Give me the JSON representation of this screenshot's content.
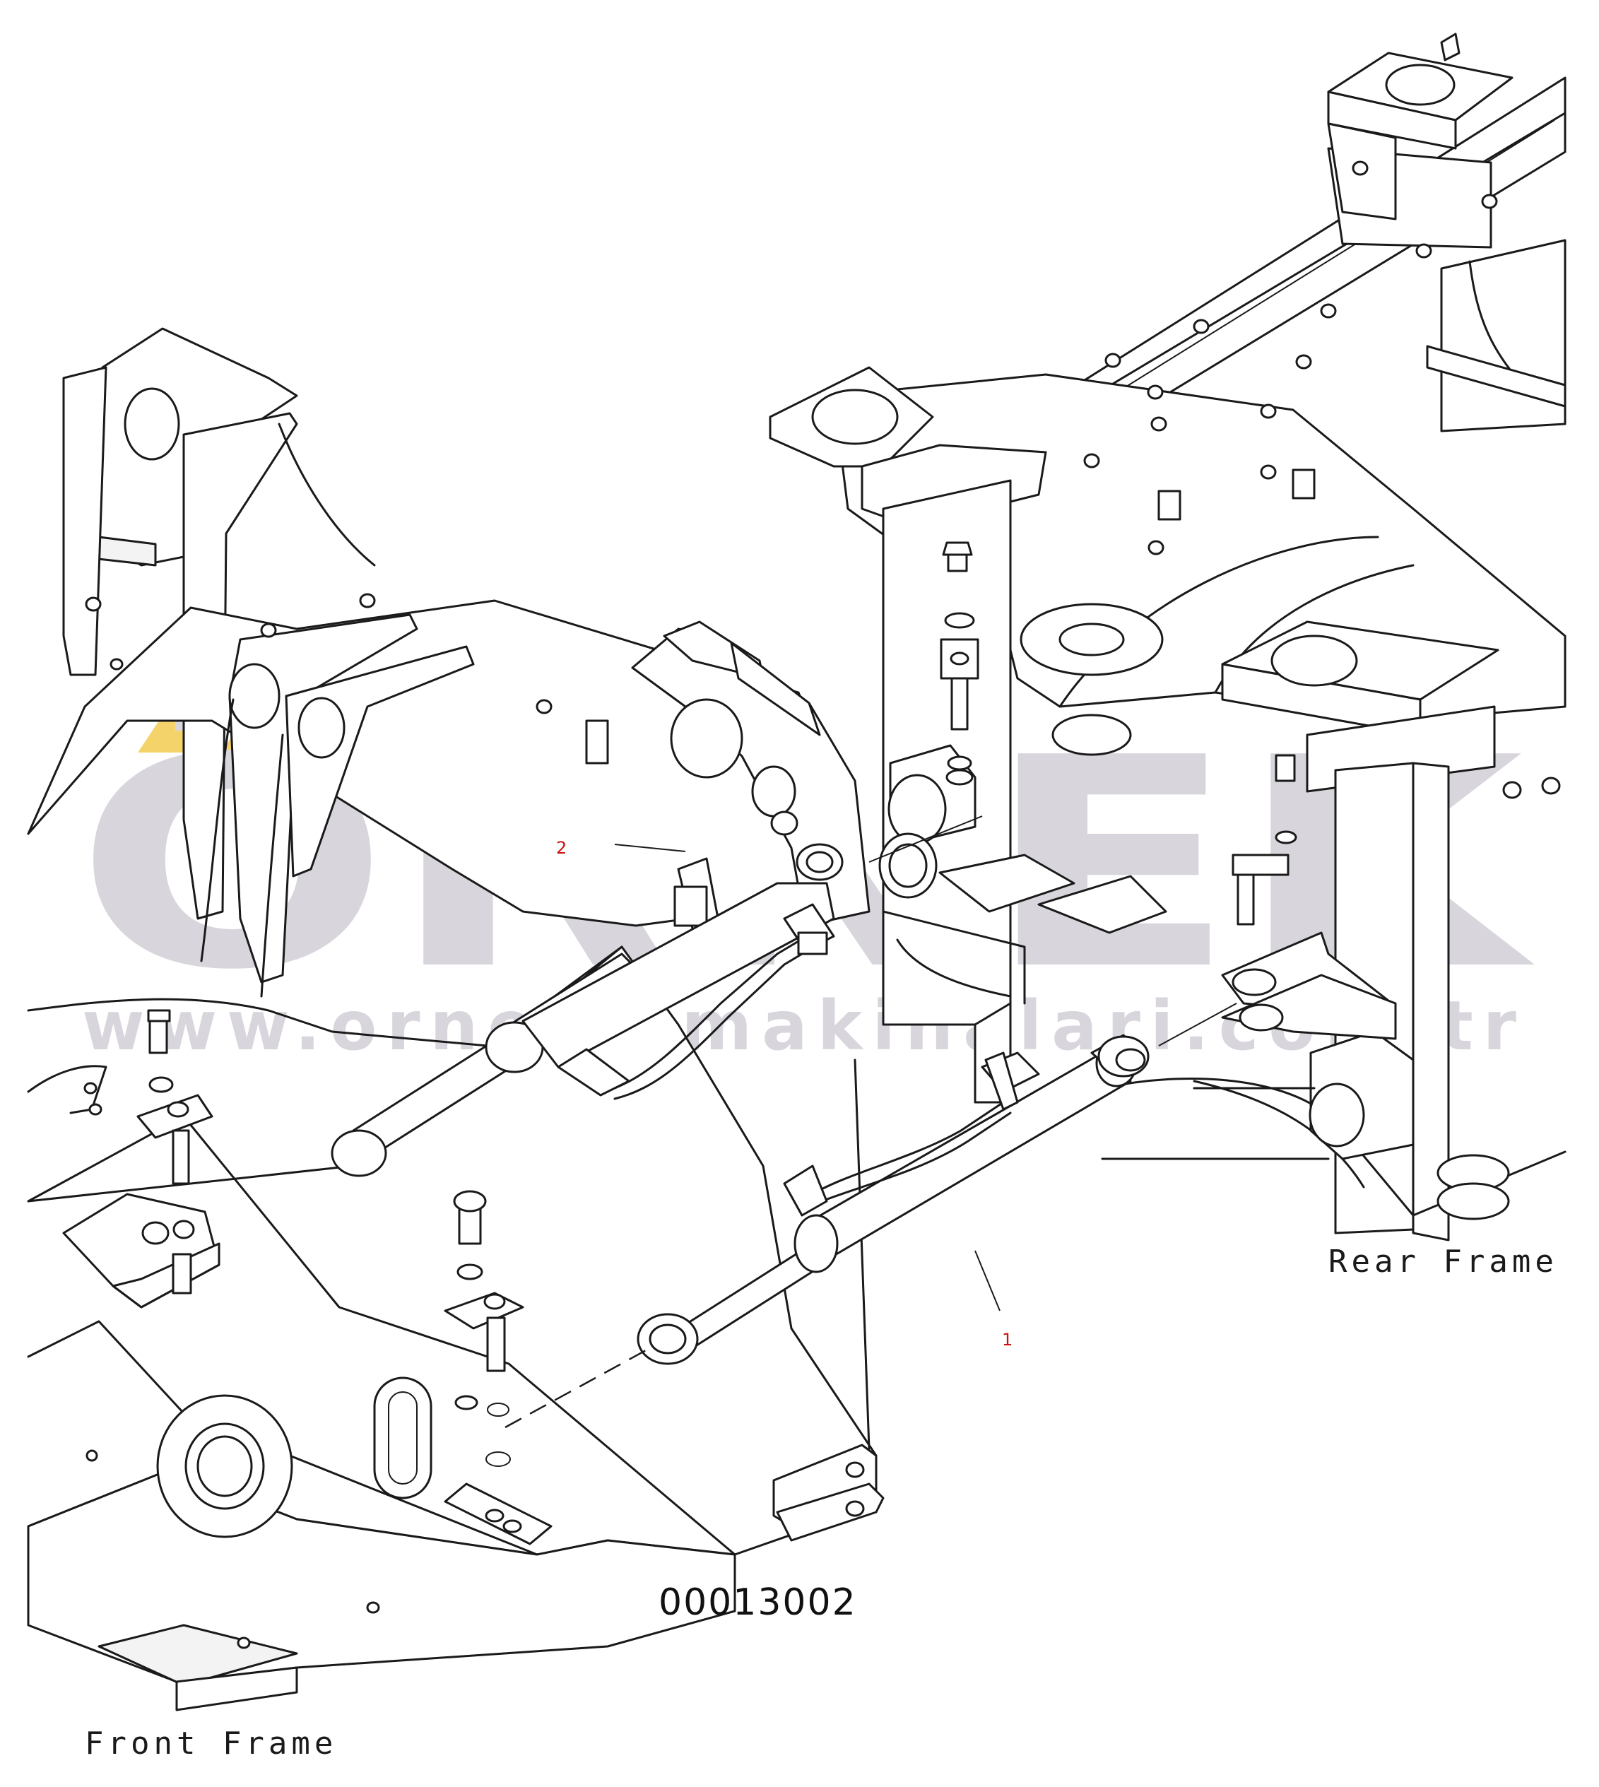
{
  "diagram": {
    "drawing_number": "00013002",
    "labels": {
      "rear_frame": "Rear Frame",
      "front_frame": "Front Frame"
    },
    "callouts": [
      "1",
      "2"
    ],
    "watermark": {
      "brand": "ÖRNEK",
      "url": "www.ornekismakinalari.com.tr",
      "letter_color": "#d8d6dc",
      "accent_color": "#f5d36b"
    },
    "callout_color": "#cc1111"
  }
}
